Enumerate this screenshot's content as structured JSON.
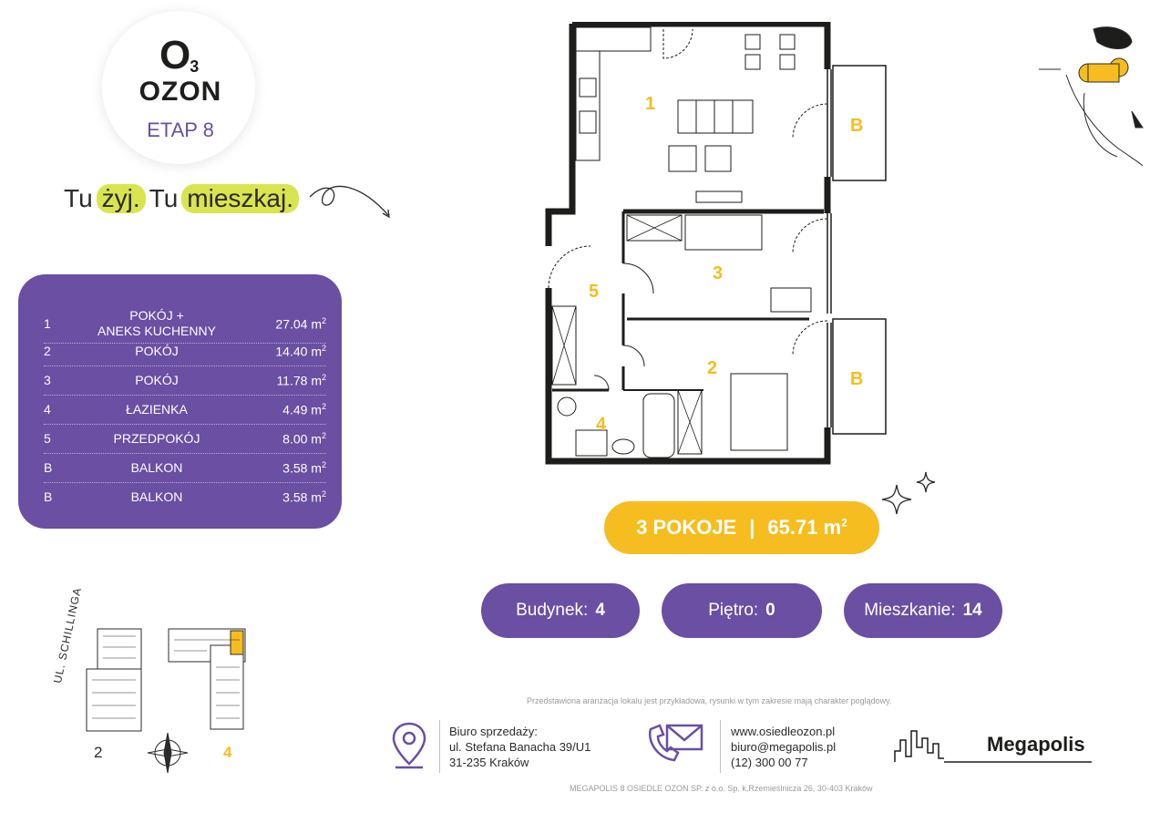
{
  "brand": {
    "logo_mark": "O",
    "logo_sub": "3",
    "name": "OZON",
    "stage": "ETAP 8"
  },
  "slogan": {
    "part1": "Tu",
    "part2": "żyj.",
    "part3": "Tu",
    "part4": "mieszkaj."
  },
  "rooms": [
    {
      "num": "1",
      "name_line1": "POKÓJ +",
      "name_line2": "ANEKS KUCHENNY",
      "area": "27.04 m",
      "unit_sup": "2"
    },
    {
      "num": "2",
      "name_line1": "POKÓJ",
      "name_line2": "",
      "area": "14.40 m",
      "unit_sup": "2"
    },
    {
      "num": "3",
      "name_line1": "POKÓJ",
      "name_line2": "",
      "area": "11.78 m",
      "unit_sup": "2"
    },
    {
      "num": "4",
      "name_line1": "ŁAZIENKA",
      "name_line2": "",
      "area": "4.49 m",
      "unit_sup": "2"
    },
    {
      "num": "5",
      "name_line1": "PRZEDPOKÓJ",
      "name_line2": "",
      "area": "8.00 m",
      "unit_sup": "2"
    },
    {
      "num": "B",
      "name_line1": "BALKON",
      "name_line2": "",
      "area": "3.58 m",
      "unit_sup": "2"
    },
    {
      "num": "B",
      "name_line1": "BALKON",
      "name_line2": "",
      "area": "3.58 m",
      "unit_sup": "2"
    }
  ],
  "plan_labels": {
    "r1": "1",
    "r2": "2",
    "r3": "3",
    "r4": "4",
    "r5": "5",
    "b1": "B",
    "b2": "B"
  },
  "summary": {
    "rooms": "3 POKOJE",
    "separator": "|",
    "area": "65.71 m",
    "unit_sup": "2"
  },
  "details": {
    "building_label": "Budynek:",
    "building_value": "4",
    "floor_label": "Piętro:",
    "floor_value": "0",
    "apartment_label": "Mieszkanie:",
    "apartment_value": "14"
  },
  "sitemap": {
    "street": "UL. SCHILLINGA",
    "building_a": "2",
    "building_b": "4"
  },
  "disclaimer": "Przedstawiona aranżacja lokalu jest przykładowa, rysunki w tym zakresie mają charakter poglądowy.",
  "office": {
    "line1": "Biuro sprzedaży:",
    "line2": "ul. Stefana Banacha 39/U1",
    "line3": "31-235 Kraków"
  },
  "contact": {
    "web": "www.osiedleozon.pl",
    "email": "biuro@megapolis.pl",
    "phone": "(12) 300 00 77"
  },
  "developer": "Megapolis",
  "legal": "MEGAPOLIS 8 OSIEDLE OZON SP. z o.o. Sp. k,Rzemieślnicza 26, 30-403 Kraków",
  "colors": {
    "purple": "#6a4fa3",
    "yellow": "#f5bd1f",
    "lime": "#d9e54f"
  },
  "icons": [
    "location-pin-icon",
    "phone-envelope-icon",
    "compass-icon",
    "sparkle-icon"
  ]
}
